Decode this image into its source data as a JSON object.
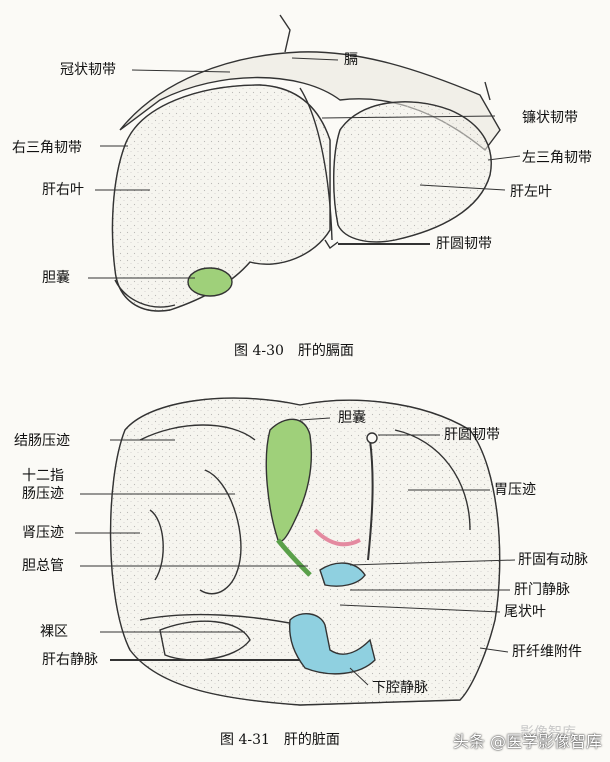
{
  "figure1": {
    "caption": "图 4-30　肝的膈面",
    "labels": {
      "coronary_ligament": "冠状韧带",
      "diaphragm": "膈",
      "falciform_ligament": "镰状韧带",
      "right_triangular_ligament": "右三角韧带",
      "left_triangular_ligament": "左三角韧带",
      "right_lobe": "肝右叶",
      "left_lobe": "肝左叶",
      "round_ligament": "肝圆韧带",
      "gallbladder": "胆囊"
    }
  },
  "figure2": {
    "caption": "图 4-31　肝的脏面",
    "labels": {
      "gallbladder": "胆囊",
      "round_ligament": "肝圆韧带",
      "colic_impression": "结肠压迹",
      "duodenal_impression_1": "十二指",
      "duodenal_impression_2": "肠压迹",
      "gastric_impression": "胃压迹",
      "renal_impression": "肾压迹",
      "common_bile_duct": "胆总管",
      "proper_hepatic_artery": "肝固有动脉",
      "portal_vein": "肝门静脉",
      "caudate_lobe": "尾状叶",
      "bare_area": "裸区",
      "right_hepatic_vein": "肝右静脉",
      "fibrous_appendix": "肝纤维附件",
      "inferior_vena_cava": "下腔静脉"
    }
  },
  "watermark": "头条 @医学影像智库",
  "watermark_faint": "影像智库",
  "colors": {
    "gallbladder_green": "#9fd07a",
    "vein_blue": "#8fd0e0",
    "artery_pink": "#e48aa0",
    "outline": "#333333"
  }
}
